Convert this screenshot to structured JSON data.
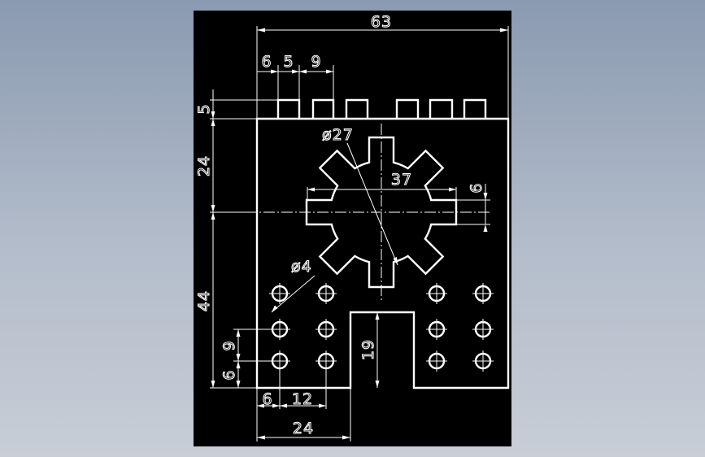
{
  "drawing": {
    "background_color": "#000000",
    "line_color": "#ffffff",
    "dimensions": {
      "overall_width": "63",
      "tab_offset": "6",
      "tab_width": "5",
      "tab_pitch": "9",
      "tab_height": "5",
      "top_to_center": "24",
      "gear_diameter": "ø27",
      "gear_span": "37",
      "tooth_width": "6",
      "center_to_bottom": "44",
      "hole_diameter": "ø4",
      "hole_row_pitch": "9",
      "hole_row_offset": "6",
      "hole_left_offset": "6",
      "hole_col_pitch": "12",
      "slot_offset": "24",
      "slot_depth": "19"
    },
    "gear_teeth": 8,
    "hole_grid": {
      "rows": 3,
      "columns_per_side": 2,
      "sides": 2
    },
    "top_tabs": 6
  }
}
